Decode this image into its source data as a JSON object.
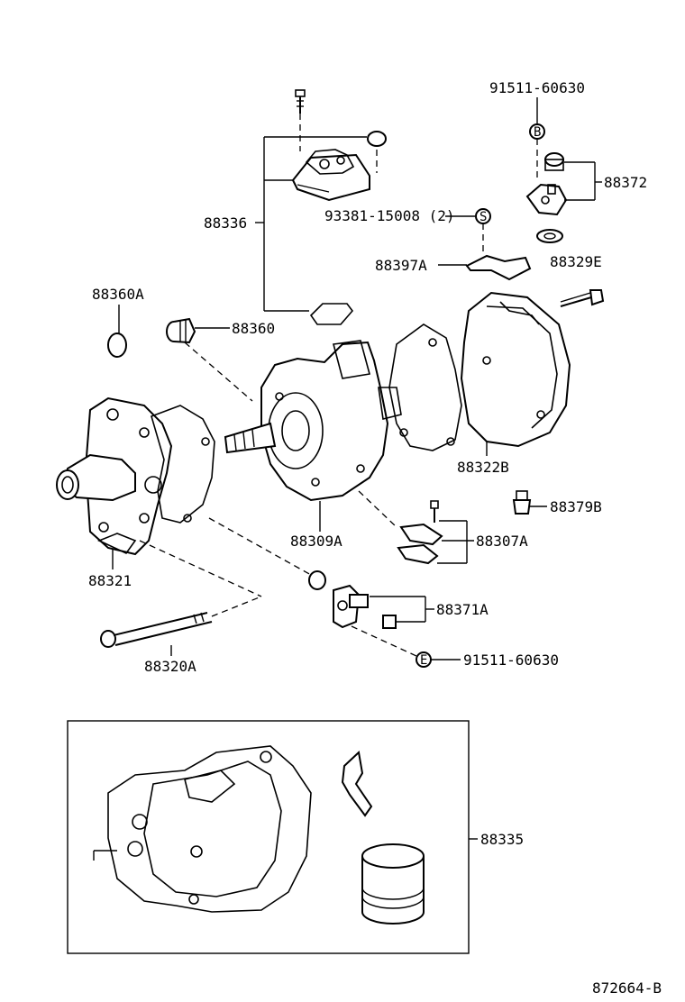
{
  "labels": {
    "p91511_top": "91511-60630",
    "p88372": "88372",
    "p93381": "93381-15008 (2)",
    "p88336": "88336",
    "p88397a": "88397A",
    "p88329e": "88329E",
    "p88360a": "88360A",
    "p88360": "88360",
    "p88322b": "88322B",
    "p88379b": "88379B",
    "p88309a": "88309A",
    "p88307a": "88307A",
    "p88321": "88321",
    "p88371a": "88371A",
    "p88320a": "88320A",
    "p91511_bottom": "91511-60630",
    "p88335": "88335",
    "footer_code": "872664-B"
  },
  "symbols": {
    "circle_b_top": "B",
    "circle_s": "S",
    "circle_e": "E"
  }
}
